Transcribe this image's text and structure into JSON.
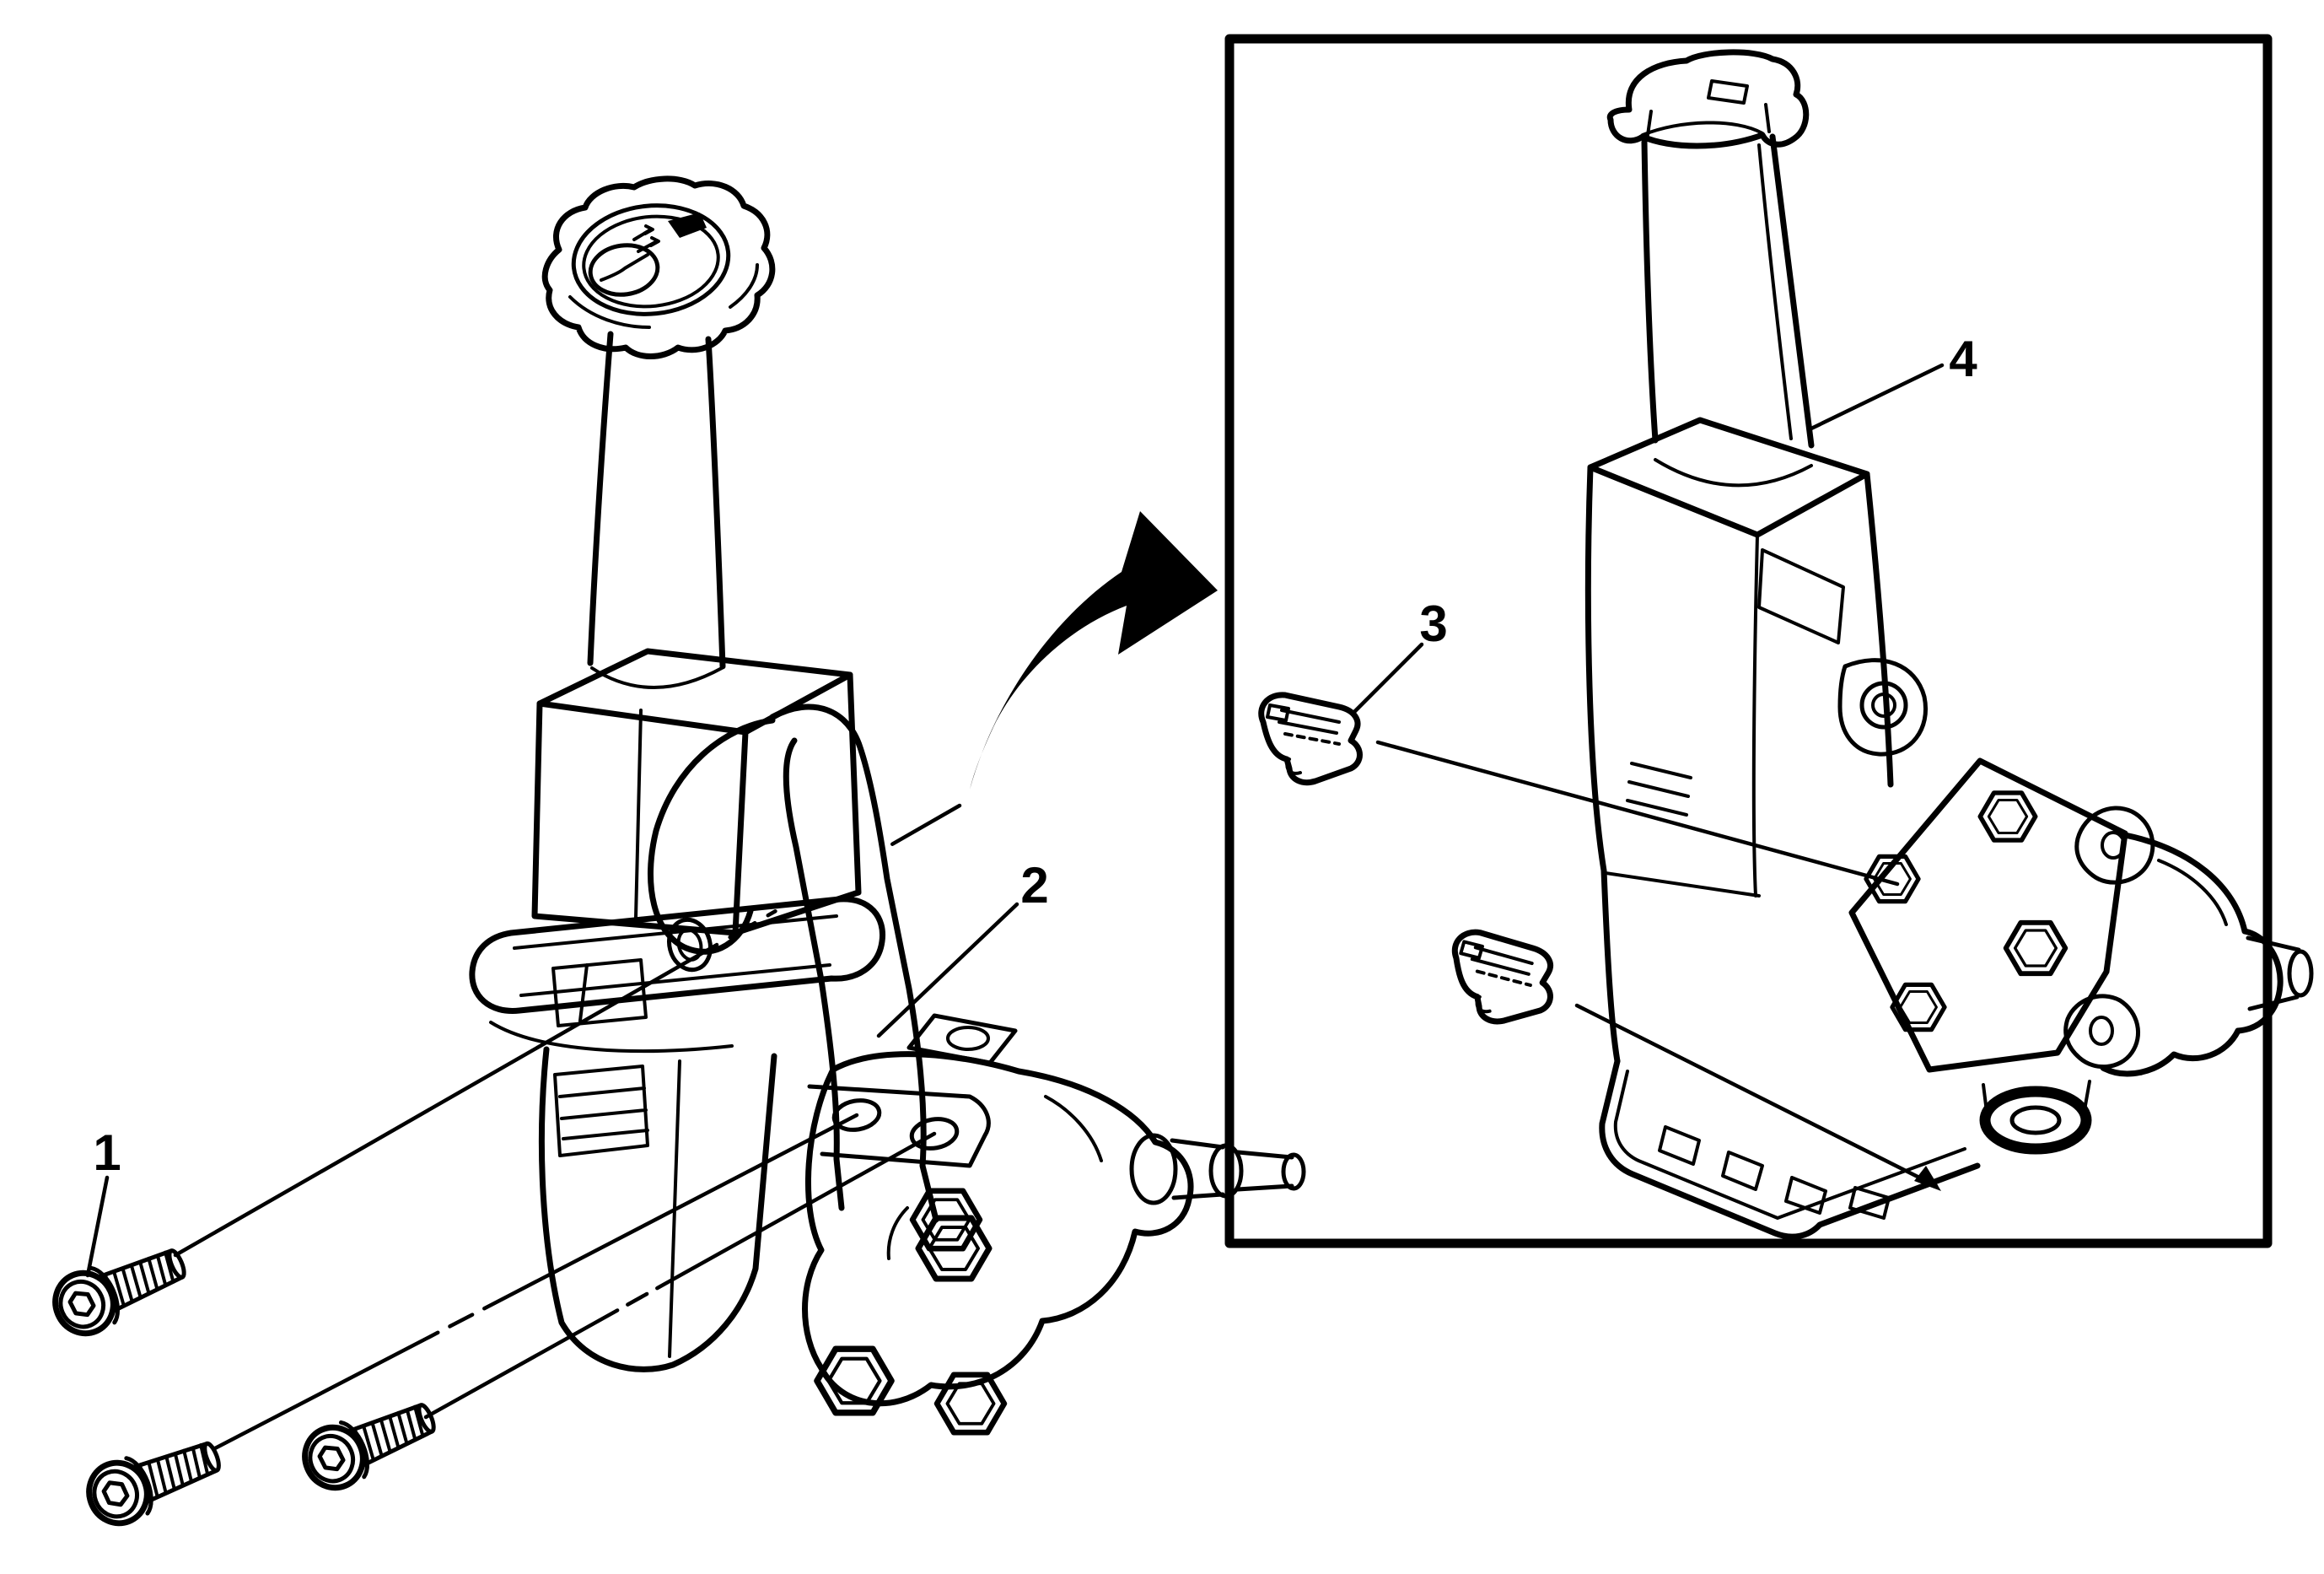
{
  "figure": {
    "title": "Power steering pump and reservoir service illustration",
    "background_color": "#ffffff",
    "line_color": "#000000",
    "callouts": [
      {
        "label": "1",
        "target": "reservoir-to-pump mounting bolts (3)"
      },
      {
        "label": "2",
        "target": "reservoir bracket"
      },
      {
        "label": "3",
        "target": "reservoir retainer clips (2)"
      },
      {
        "label": "4",
        "target": "power steering fluid reservoir"
      }
    ],
    "detail_view": {
      "kind": "inset-box",
      "arrow": "curved arrow pointing from main view to inset detail"
    }
  }
}
